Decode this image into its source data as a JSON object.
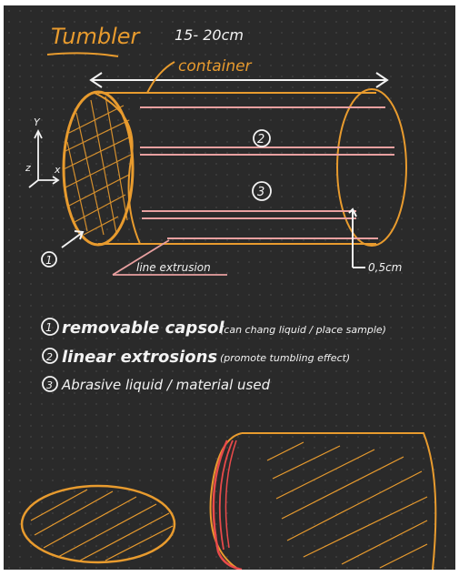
{
  "title": "Tumbler",
  "dimension_label": "15- 20cm",
  "container_label": "container",
  "line_extrusion_label": "line extrusion",
  "gap_label": "0,5cm",
  "axes": {
    "y": "Y",
    "z": "z",
    "x": "x"
  },
  "markers": {
    "m1": "1",
    "m2": "2",
    "m3": "3"
  },
  "notes": [
    {
      "num": "1",
      "main": "removable capsol",
      "detail": "(can chang liquid / place sample)"
    },
    {
      "num": "2",
      "main": "linear extrosions",
      "detail": "(promote tumbling effect)"
    },
    {
      "num": "3",
      "main": "Abrasive liquid / material used",
      "detail": ""
    }
  ],
  "colors": {
    "background": "#2a2a2a",
    "accent": "#e89b2e",
    "extrusion": "#e8a0a0",
    "ink": "#f2f2f2"
  }
}
